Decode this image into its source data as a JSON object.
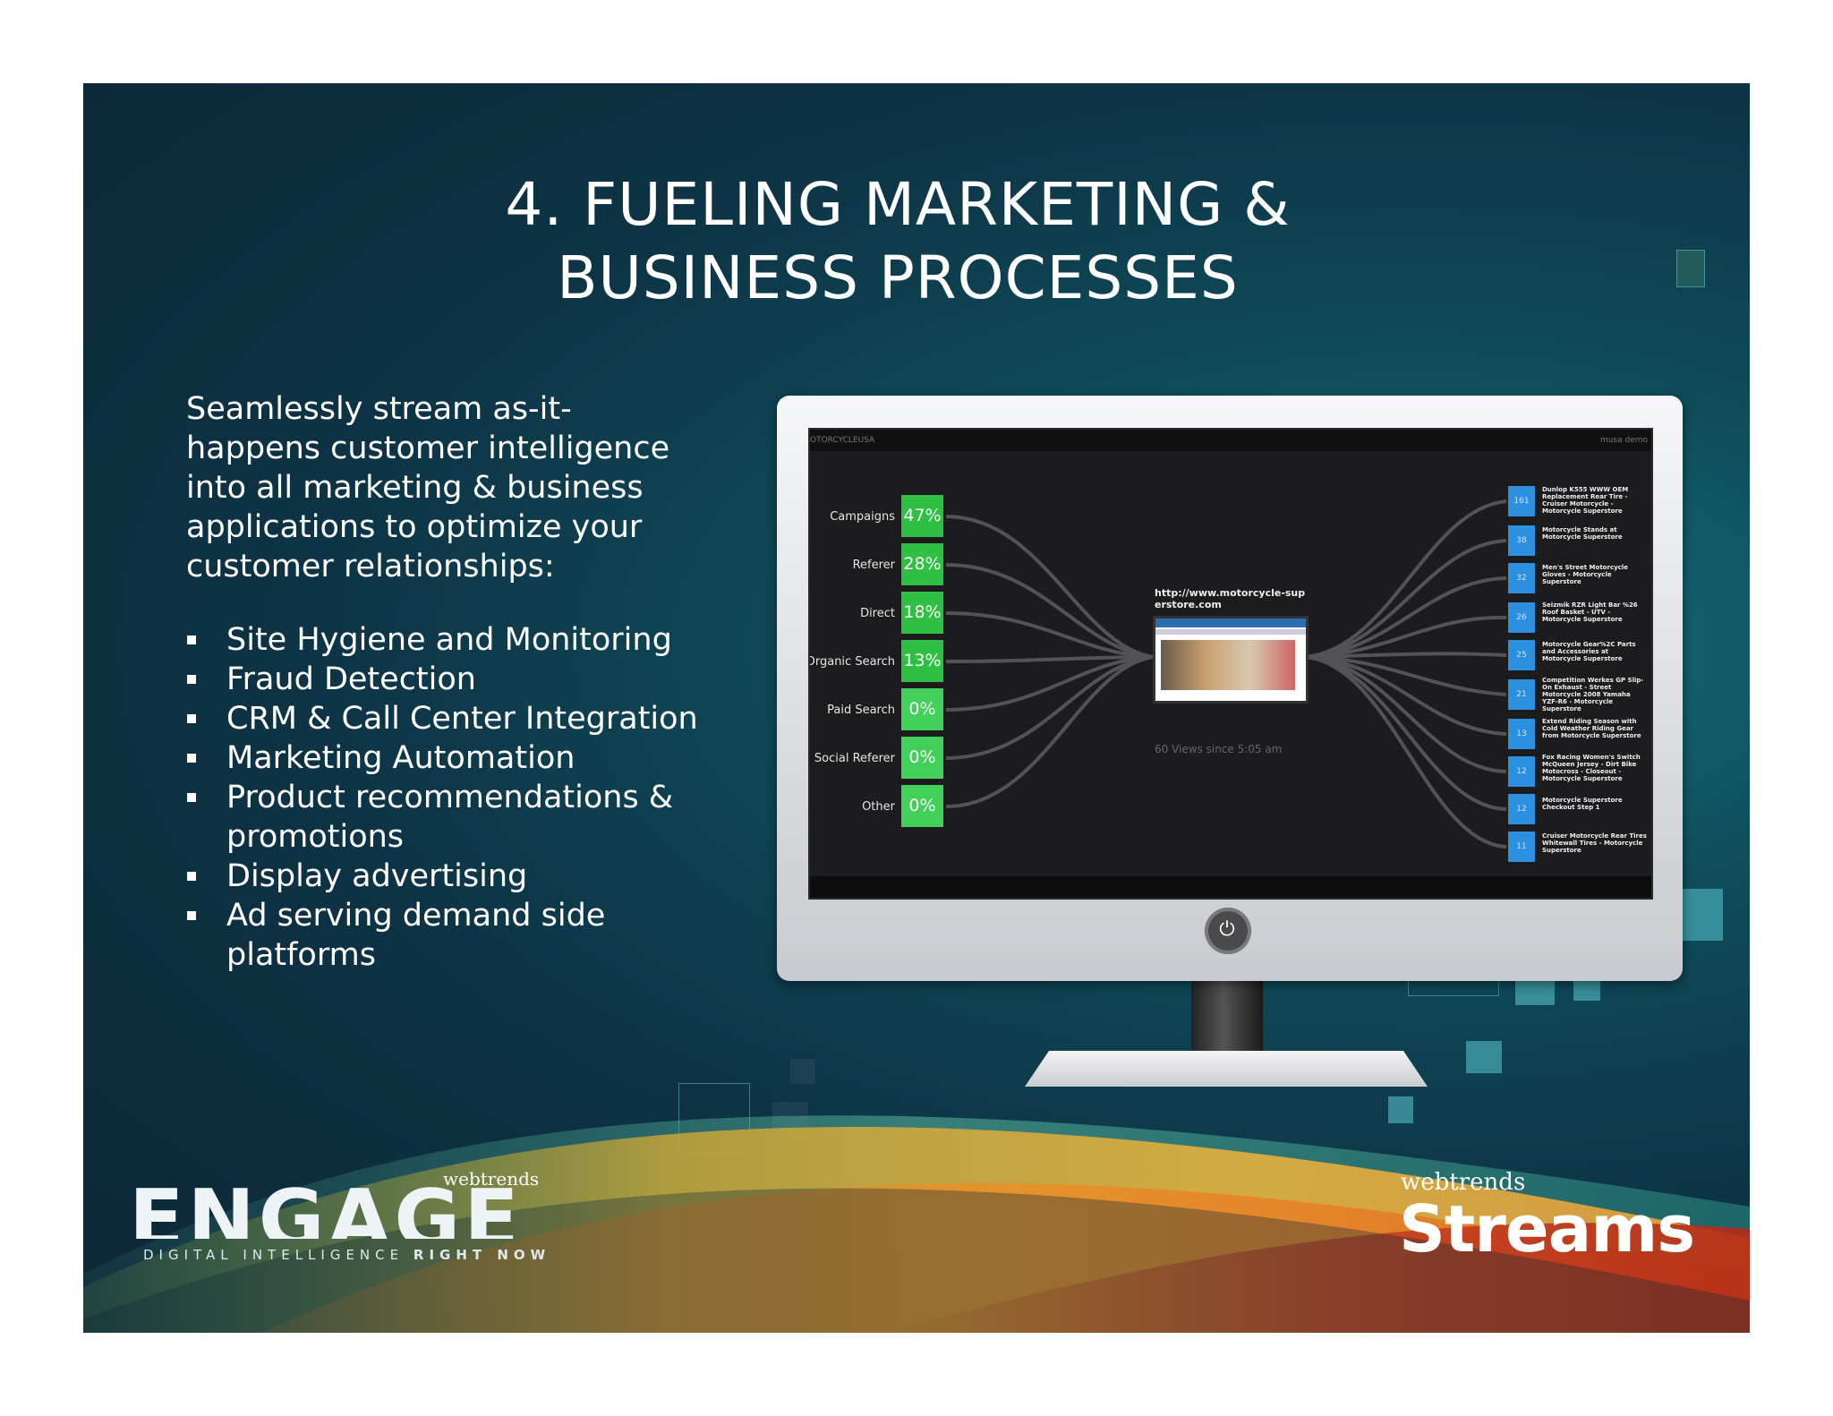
{
  "slide": {
    "title_lines": [
      "4. FUELING MARKETING &",
      "BUSINESS PROCESSES"
    ],
    "intro_lines": [
      "Seamlessly stream as-it-",
      "happens customer intelligence",
      "into all marketing & business",
      "applications to optimize your",
      "customer relationships:"
    ],
    "bullets": [
      [
        "Site Hygiene and Monitoring"
      ],
      [
        "Fraud Detection"
      ],
      [
        "CRM & Call Center Integration"
      ],
      [
        "Marketing Automation"
      ],
      [
        "Product recommendations &",
        "promotions"
      ],
      [
        "Display advertising"
      ],
      [
        "Ad serving demand side",
        "platforms"
      ]
    ]
  },
  "screen": {
    "top_left": "OTORCYCLEUSA",
    "top_right": "musa demo",
    "sources": [
      {
        "label": "Campaigns",
        "value": "47%"
      },
      {
        "label": "Referer",
        "value": "28%"
      },
      {
        "label": "Direct",
        "value": "18%"
      },
      {
        "label": "Organic Search",
        "value": "13%"
      },
      {
        "label": "Paid Search",
        "value": "0%"
      },
      {
        "label": "Social Referer",
        "value": "0%"
      },
      {
        "label": "Other",
        "value": "0%"
      }
    ],
    "page_url": "http://www.motorcycle-superstore.com",
    "views_text": "60 Views since 5:05 am",
    "destinations": [
      {
        "count": "161",
        "text": "Dunlop K555 WWW OEM Replacement Rear Tire - Cruiser Motorcycle - Motorcycle Superstore"
      },
      {
        "count": "38",
        "text": "Motorcycle Stands at Motorcycle Superstore"
      },
      {
        "count": "32",
        "text": "Men's Street Motorcycle Gloves - Motorcycle Superstore"
      },
      {
        "count": "26",
        "text": "Seizmik RZR Light Bar %26 Roof Basket - UTV - Motorcycle Superstore"
      },
      {
        "count": "25",
        "text": "Motorcycle Gear%2C Parts and Accessories at Motorcycle Superstore"
      },
      {
        "count": "21",
        "text": "Competition Werkes GP Slip-On Exhaust - Street Motorcycle 2008 Yamaha YZF-R6 - Motorcycle Superstore"
      },
      {
        "count": "13",
        "text": "Extend Riding Season with Cold Weather Riding Gear from Motorcycle Superstore"
      },
      {
        "count": "12",
        "text": "Fox Racing Women's Switch McQueen Jersey - Dirt Bike Motocross - Closeout - Motorcycle Superstore"
      },
      {
        "count": "12",
        "text": "Motorcycle Superstore Checkout Step 1"
      },
      {
        "count": "11",
        "text": "Cruiser Motorcycle Rear Tires Whitewall Tires - Motorcycle Superstore"
      }
    ]
  },
  "logos": {
    "engage_brand": "webtrends",
    "engage_word": "ENGAGE",
    "engage_tag_light": "DIGITAL INTELLIGENCE",
    "engage_tag_bold": "RIGHT NOW",
    "streams_brand": "webtrends",
    "streams_word": "Streams"
  },
  "colors": {
    "background": "#0d3345",
    "accent_green": "#2fbf43",
    "accent_blue": "#2c8fe0",
    "swoosh_orange": "#e8902a",
    "swoosh_red": "#c0301c"
  }
}
